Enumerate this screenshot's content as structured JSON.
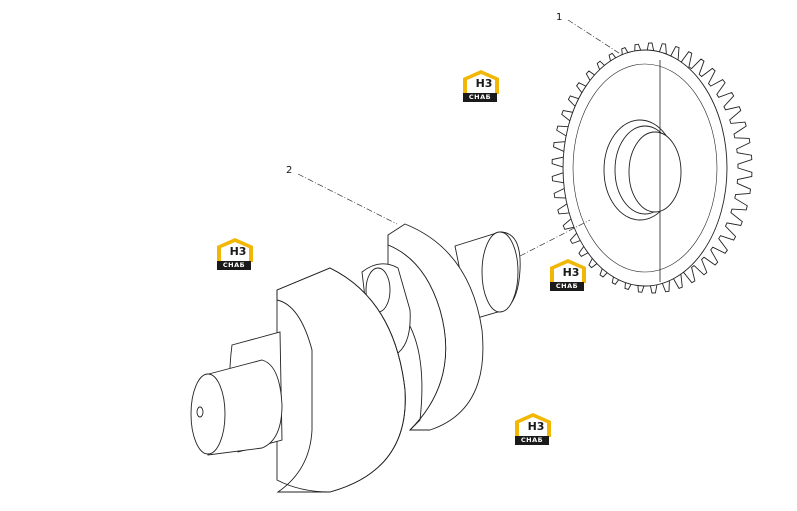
{
  "callouts": [
    {
      "id": "1",
      "label": "1"
    },
    {
      "id": "2",
      "label": "2"
    }
  ],
  "watermark": {
    "monogram": "H3",
    "plate_text": "CHAБ",
    "colors": {
      "gold": "#f2b705",
      "dark": "#1a1a1a"
    }
  },
  "parts": [
    {
      "callout": "1",
      "name": "gear-wheel"
    },
    {
      "callout": "2",
      "name": "crankshaft"
    }
  ]
}
